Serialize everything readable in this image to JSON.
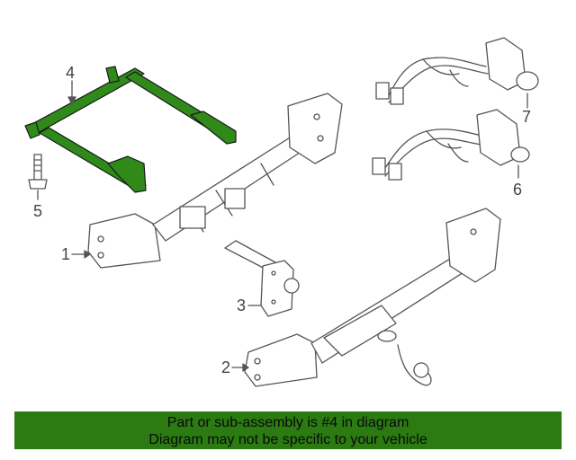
{
  "diagram": {
    "callouts": {
      "c1": "1",
      "c2": "2",
      "c3": "3",
      "c4": "4",
      "c5": "5",
      "c6": "6",
      "c7": "7"
    },
    "highlight_color": "#2f8a1a",
    "line_color": "#555555"
  },
  "banner": {
    "line1": "Part or sub-assembly is #4 in diagram",
    "line2": "Diagram may not be specific to your vehicle",
    "background": "#2b7a12"
  }
}
